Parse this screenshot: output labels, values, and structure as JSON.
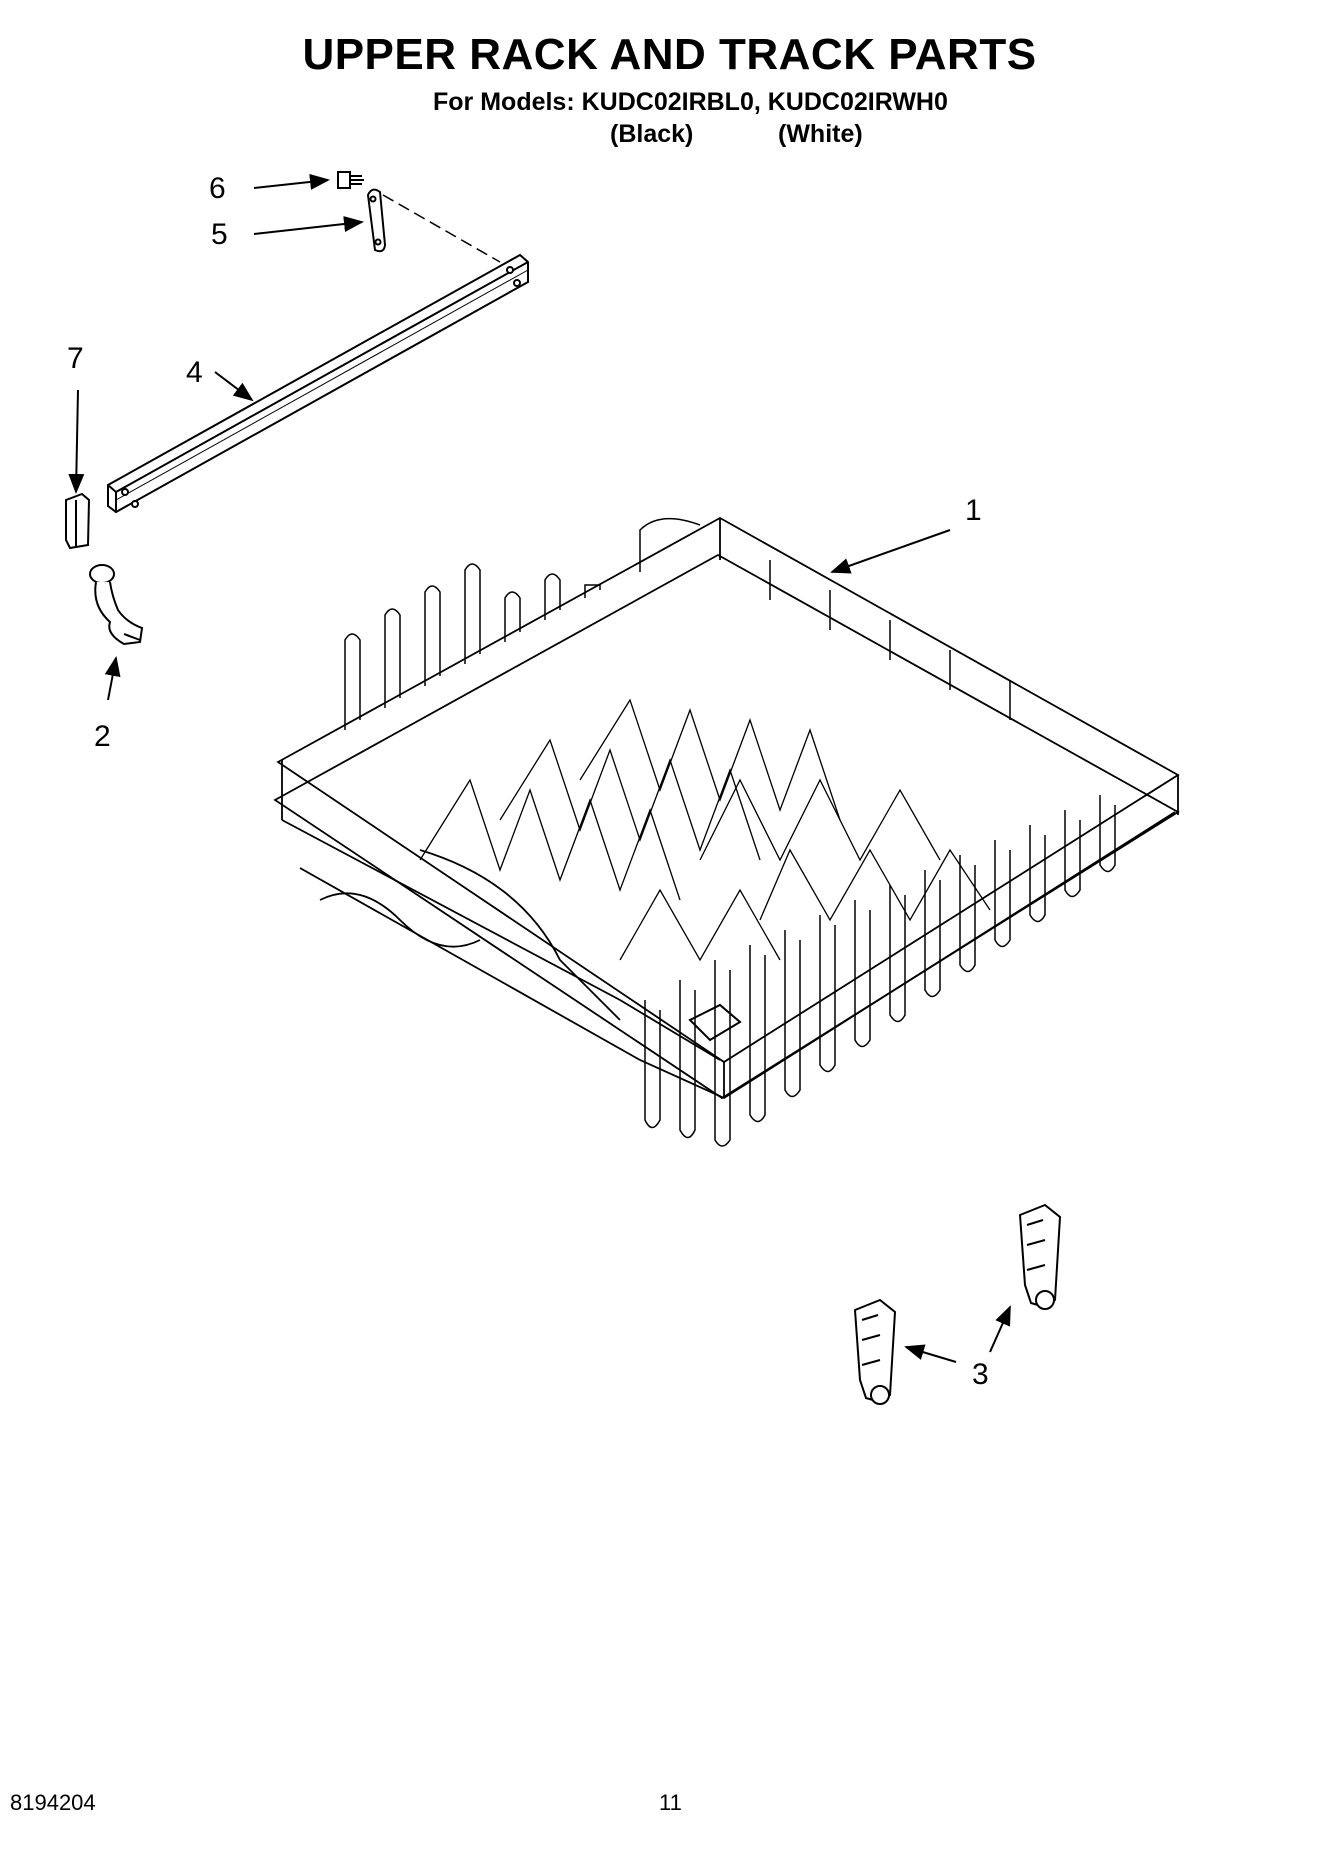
{
  "header": {
    "title": "UPPER RACK AND TRACK PARTS",
    "models_line": "For Models: KUDC02IRBL0, KUDC02IRWH0",
    "variant_black": "(Black)",
    "variant_white": "(White)"
  },
  "callouts": [
    "1",
    "2",
    "3",
    "4",
    "5",
    "6",
    "7"
  ],
  "footer": {
    "document_number": "8194204",
    "page_number": "11"
  }
}
